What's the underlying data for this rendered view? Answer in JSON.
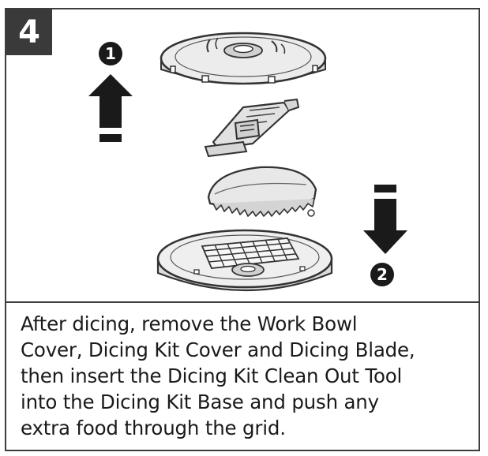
{
  "step": {
    "number": "4"
  },
  "markers": {
    "first": "1",
    "second": "2"
  },
  "caption": {
    "lines": [
      "After dicing, remove the Work Bowl",
      "Cover, Dicing Kit Cover and Dicing Blade,",
      "then insert the Dicing Kit Clean Out Tool",
      "into the Dicing Kit Base and push any",
      "extra food through the grid."
    ]
  },
  "colors": {
    "border": "#3d3d3d",
    "badge": "#3a3a3a",
    "arrow": "#1a1a1a",
    "part_fill": "#e6e6e6",
    "part_stroke": "#333333"
  },
  "icons": {
    "up_arrow": "arrow-up-icon",
    "down_arrow": "arrow-down-icon"
  }
}
